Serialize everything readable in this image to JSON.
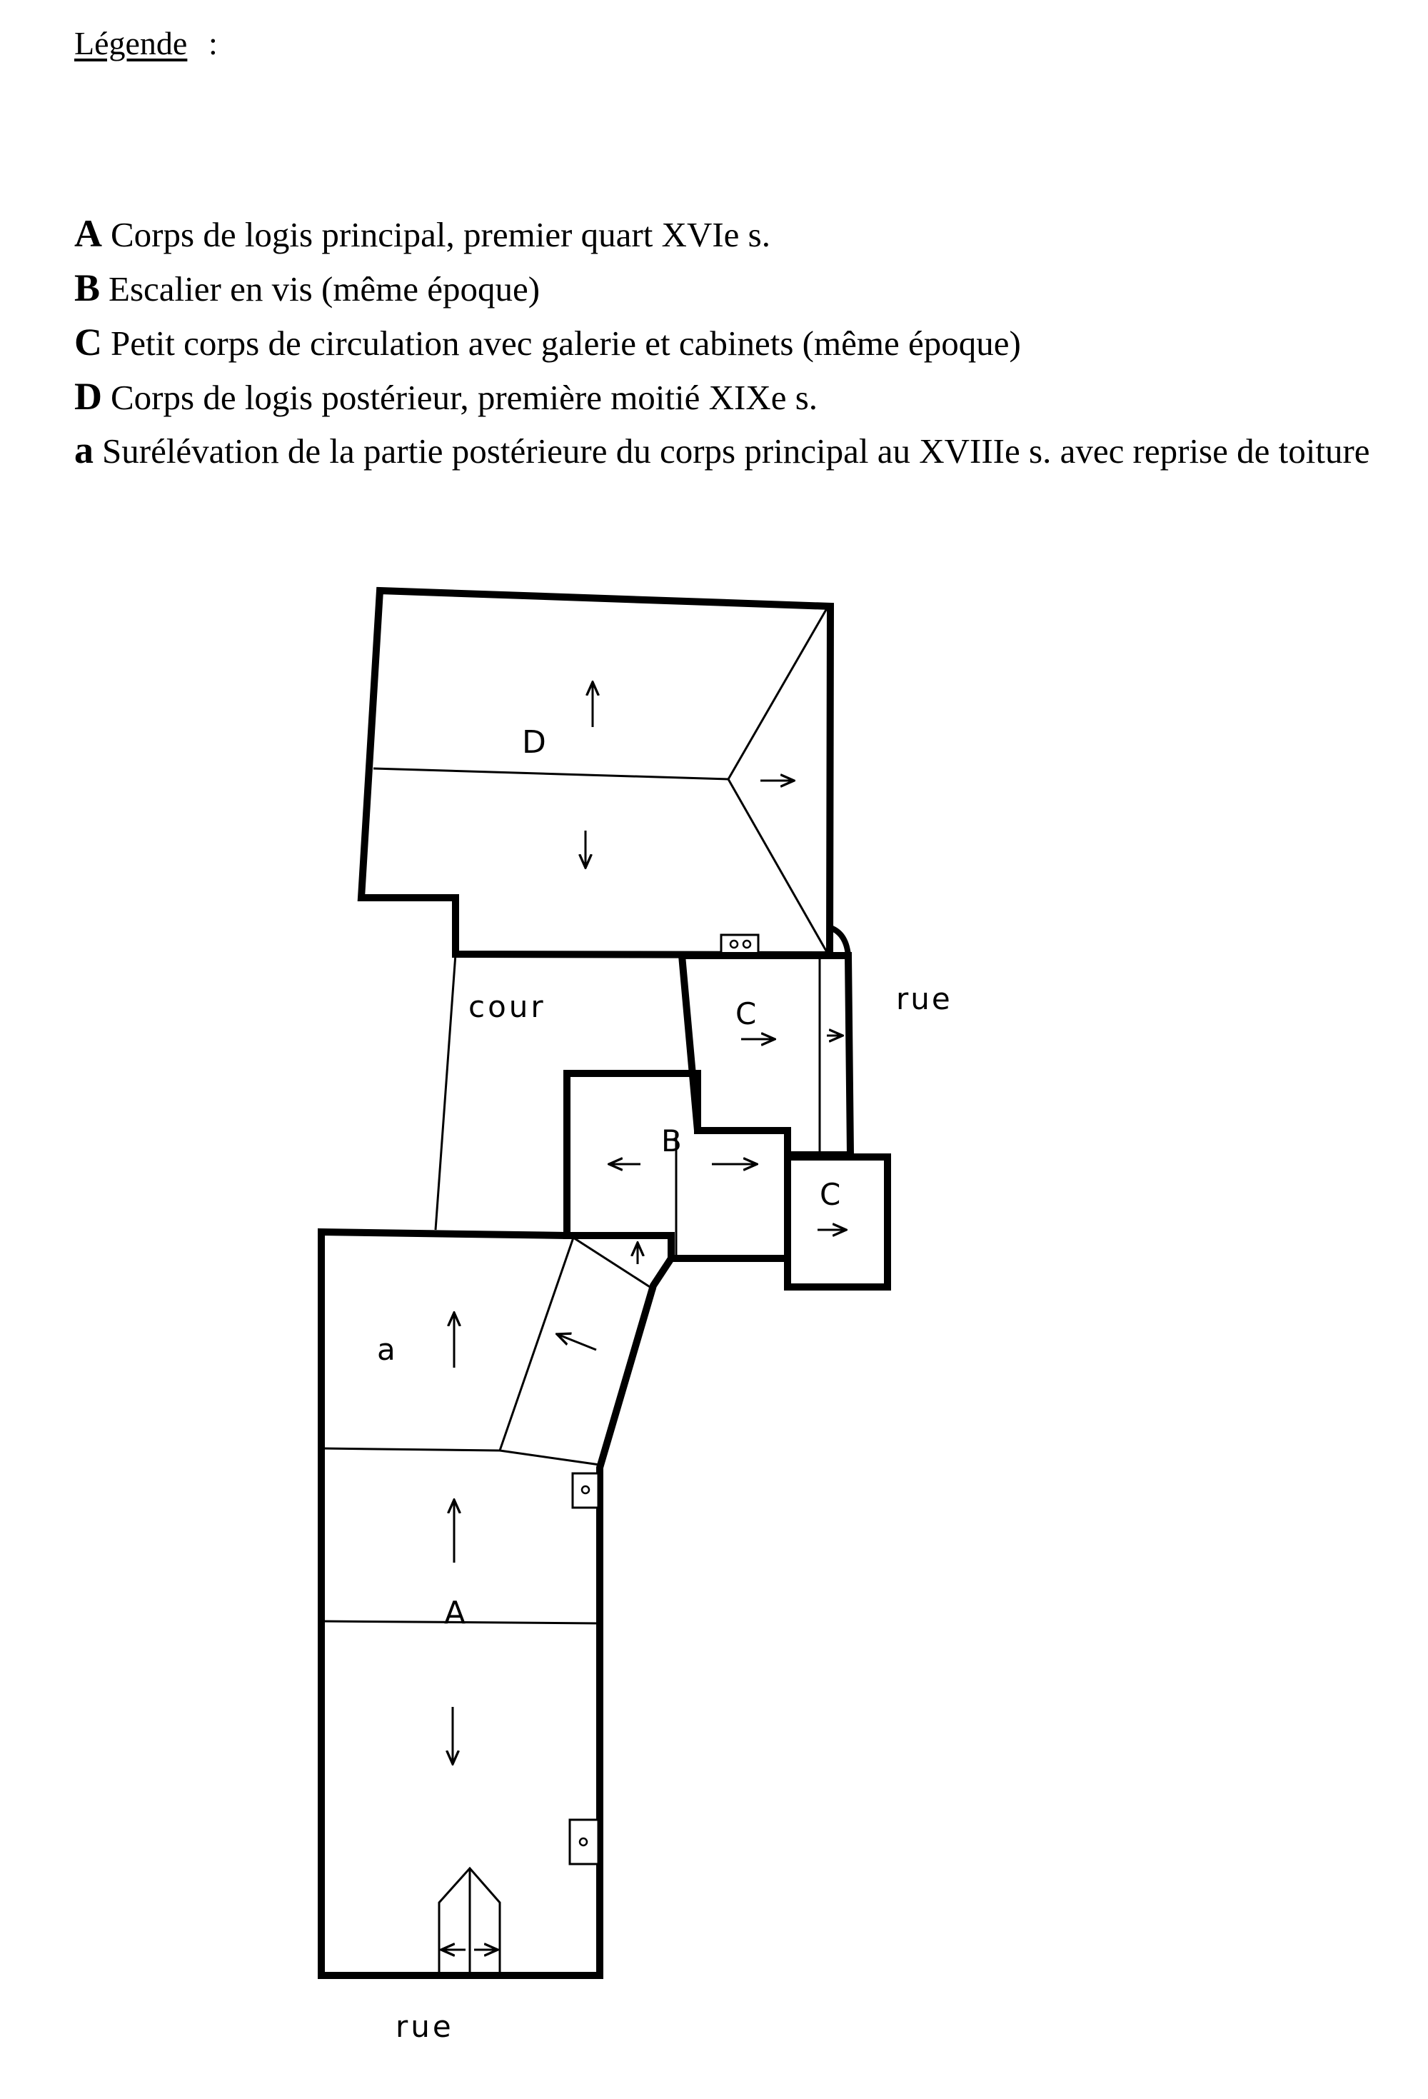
{
  "legend": {
    "title": "Légende",
    "colon": ":",
    "items": [
      {
        "letter": "A",
        "text": "Corps de logis principal, premier quart  XVIe s."
      },
      {
        "letter": "B",
        "text": "Escalier en vis (même époque)"
      },
      {
        "letter": "C",
        "text": "Petit corps de circulation avec galerie et cabinets (même époque)"
      },
      {
        "letter": "D",
        "text": "Corps de logis postérieur, première moitié XIXe s."
      },
      {
        "letter": "a",
        "text": "Surélévation de la partie postérieure du corps principal au XVIIIe s. avec reprise de toiture"
      }
    ]
  },
  "plan": {
    "labels": {
      "D": "D",
      "cour": "cour",
      "rue_east": "rue",
      "C1": "C",
      "C2": "C",
      "B": "B",
      "a": "a",
      "A": "A",
      "rue_south": "rue"
    }
  }
}
